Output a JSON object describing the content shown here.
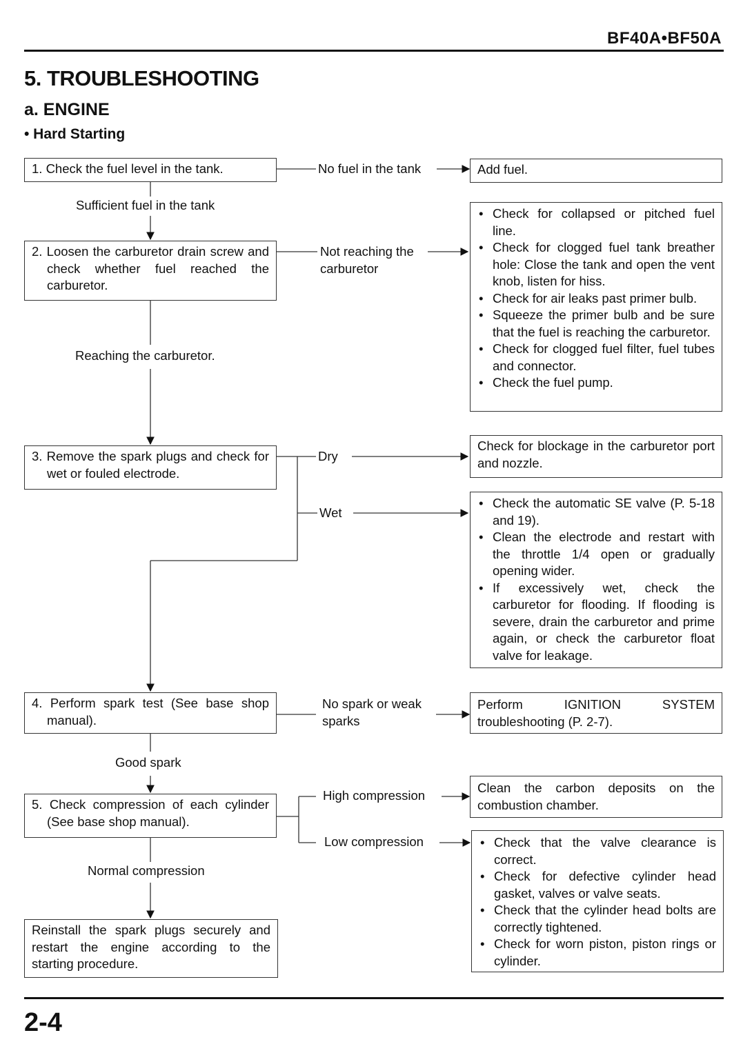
{
  "header": {
    "model": "BF40A•BF50A"
  },
  "title": "5. TROUBLESHOOTING",
  "subtitle": "a. ENGINE",
  "subsubtitle": "• Hard Starting",
  "steps": [
    "1. Check the fuel level in the tank.",
    "2. Loosen the carburetor drain screw and check whether fuel reached the carburetor.",
    "3. Remove the spark plugs and check for wet or fouled electrode.",
    "4. Perform spark test (See base shop manual).",
    "5. Check compression of each cylinder (See base shop manual).",
    "Reinstall the spark plugs securely and restart the engine according to the starting procedure."
  ],
  "flow_labels": {
    "sufficient_fuel": "Sufficient fuel in the tank",
    "reaching_carb": "Reaching the carburetor.",
    "good_spark": "Good spark",
    "normal_compression": "Normal compression"
  },
  "branch_labels": {
    "no_fuel": "No fuel in the tank",
    "not_reaching": "Not reaching the carburetor",
    "dry": "Dry",
    "wet": "Wet",
    "no_spark": "No spark or weak sparks",
    "high_compression": "High compression",
    "low_compression": "Low compression"
  },
  "actions": {
    "add_fuel": "Add fuel.",
    "fuel_delivery": [
      "Check for collapsed or pitched fuel line.",
      "Check for clogged fuel tank breather hole: Close the tank and open the vent knob, listen for hiss.",
      "Check for air leaks past primer bulb.",
      "Squeeze the primer bulb and be sure that the fuel is reaching the carburetor.",
      "Check for clogged fuel filter, fuel tubes and connector.",
      "Check the fuel pump."
    ],
    "dry": "Check for blockage in the carburetor port and nozzle.",
    "wet": [
      "Check the automatic SE valve (P. 5-18 and 19).",
      "Clean the electrode and restart with the throttle 1/4 open or gradually opening wider.",
      "If excessively wet, check the carburetor for flooding. If flooding is severe, drain the carburetor and prime again, or check the carburetor float valve for leakage."
    ],
    "ignition": "Perform IGNITION SYSTEM troubleshooting (P. 2-7).",
    "high_compression": "Clean the carbon deposits on the combustion chamber.",
    "low_compression": [
      "Check that the valve clearance is correct.",
      "Check for defective cylinder head gasket, valves or valve seats.",
      "Check that the cylinder head bolts are correctly tightened.",
      "Check for worn piston, piston rings or cylinder."
    ]
  },
  "footer": {
    "page": "2-4"
  }
}
